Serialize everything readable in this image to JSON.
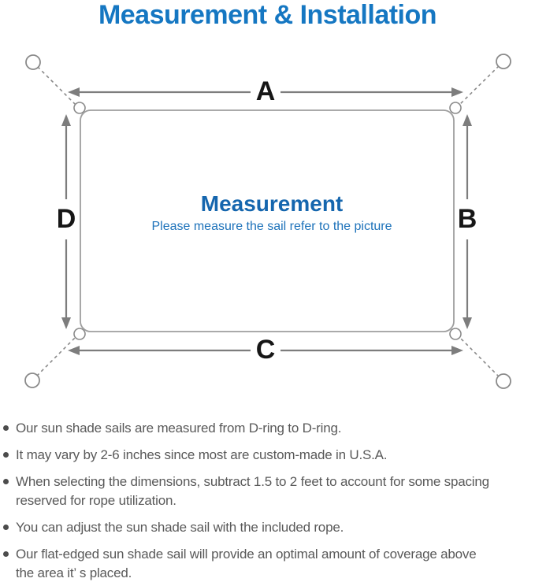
{
  "title": "Measurement & Installation",
  "diagram": {
    "labels": {
      "a": "A",
      "b": "B",
      "c": "C",
      "d": "D"
    },
    "heading": "Measurement",
    "subtitle": "Please measure the sail refer to the picture"
  },
  "notes": [
    "Our sun shade sails are measured from D-ring to D-ring.",
    "It may vary by 2-6 inches since most are custom-made in U.S.A.",
    "When selecting the dimensions, subtract 1.5 to 2 feet to account for some spacing\nreserved for rope utilization.",
    "You can adjust the sun shade sail with the included rope.",
    "Our flat-edged sun shade sail will provide an optimal amount of coverage above\nthe area it’ s placed."
  ],
  "colors": {
    "title_blue": "#1577c2",
    "heading_blue": "#1566ae",
    "subtitle_blue": "#1d72ba",
    "line_gray": "#7d7d7d",
    "outline_gray": "#9e9e9e",
    "ring_gray": "#8a8a8a",
    "note_text_gray": "#595959",
    "bullet_gray": "#4c4c4c",
    "label_black": "#161616"
  }
}
